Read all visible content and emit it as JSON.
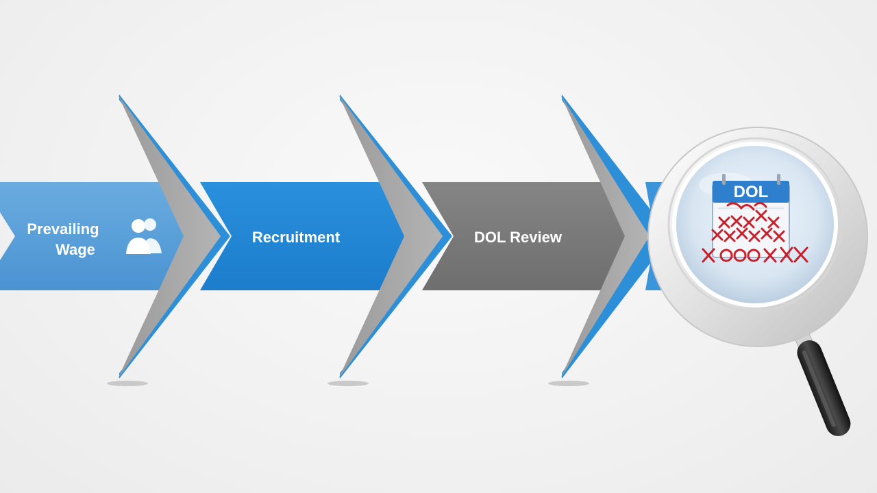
{
  "steps": [
    {
      "line1": "Prevailing",
      "line2": "Wage",
      "icon": "people-icon"
    },
    {
      "label": "Recruitment"
    },
    {
      "label": "DOL Review"
    }
  ],
  "magnifier": {
    "calendar_label": "DOL",
    "icon": "magnifying-glass-icon",
    "calendar_icon": "calendar-icon",
    "marks_icon": "red-x-marks-icon"
  },
  "colors": {
    "step1": "#4f9ad8",
    "step2": "#1f86d6",
    "step3": "#7a7a7a",
    "chevron": "#a6a6a6",
    "chevron_edge": "#2d8fd8",
    "calendar_header": "#2f7fcf",
    "marks": "#c8202a"
  }
}
